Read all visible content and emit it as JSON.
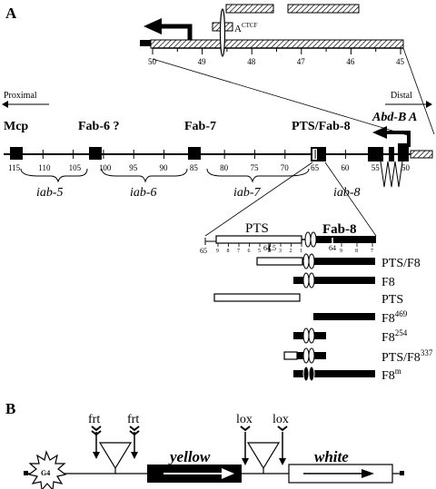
{
  "panel_a": {
    "label": "A",
    "top_map": {
      "ruler_ticks": [
        "50",
        "49",
        "48",
        "47",
        "46",
        "45"
      ],
      "ctcf_label": "A",
      "ctcf_sup": "CTCF"
    },
    "direction": {
      "left": "Proximal",
      "right": "Distal"
    },
    "elements": {
      "mcp": "Mcp",
      "fab6": "Fab-6 ?",
      "fab7": "Fab-7",
      "pts_fab8": "PTS/Fab-8",
      "abdb": "Abd-B",
      "abda": "A"
    },
    "main_ticks": [
      "115",
      "110",
      "105",
      "100",
      "95",
      "90",
      "85",
      "80",
      "75",
      "70",
      "65",
      "60",
      "55",
      "50"
    ],
    "iab": [
      "iab-5",
      "iab-6",
      "iab-7",
      "iab-8"
    ],
    "zoom": {
      "pts": "PTS",
      "fab8": "Fab-8",
      "start": "65",
      "ticks_left": [
        "9",
        "8",
        "7",
        "6",
        "5",
        "4",
        "3",
        "2",
        "1"
      ],
      "ticks_right": [
        "9",
        "8",
        "7"
      ],
      "mark_645": "64.5",
      "mark_64": "64"
    },
    "constructs": [
      {
        "base": "PTS/F8",
        "sup": ""
      },
      {
        "base": "F8",
        "sup": ""
      },
      {
        "base": "PTS",
        "sup": ""
      },
      {
        "base": "F8",
        "sup": "469"
      },
      {
        "base": "F8",
        "sup": "254"
      },
      {
        "base": "PTS/F8",
        "sup": "337"
      },
      {
        "base": "F8",
        "sup": "m"
      }
    ]
  },
  "panel_b": {
    "label": "B",
    "frt1": "frt",
    "frt2": "frt",
    "lox1": "lox",
    "lox2": "lox",
    "g4": "G4",
    "yellow": "yellow",
    "white": "white"
  }
}
